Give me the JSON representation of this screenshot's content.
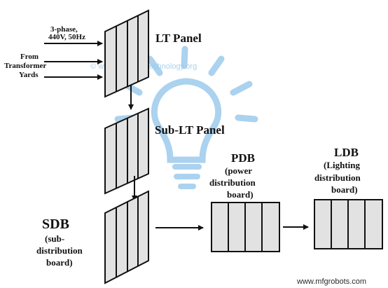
{
  "watermark": "© www.electricaltechnology.org",
  "footer": "www.mfgrobots.com",
  "input": {
    "supply_lines": [
      "3-phase,",
      "440V, 50Hz"
    ],
    "source_lines": [
      "From",
      "Transformer",
      "Yards"
    ]
  },
  "lt_panel": {
    "label": "LT Panel"
  },
  "sub_lt_panel": {
    "label": "Sub-LT Panel"
  },
  "sdb": {
    "label": "SDB",
    "desc_lines": [
      "(sub-",
      "distribution",
      "board)"
    ]
  },
  "pdb": {
    "label": "PDB",
    "desc_lines": [
      "(power",
      "distribution",
      "board)"
    ]
  },
  "ldb": {
    "label": "LDB",
    "desc_lines": [
      "(Lighting",
      "distribution",
      "board)"
    ]
  },
  "colors": {
    "panel_fill": "#e2e2e2",
    "stroke": "#111111",
    "bulb": "#8fc4ea"
  }
}
